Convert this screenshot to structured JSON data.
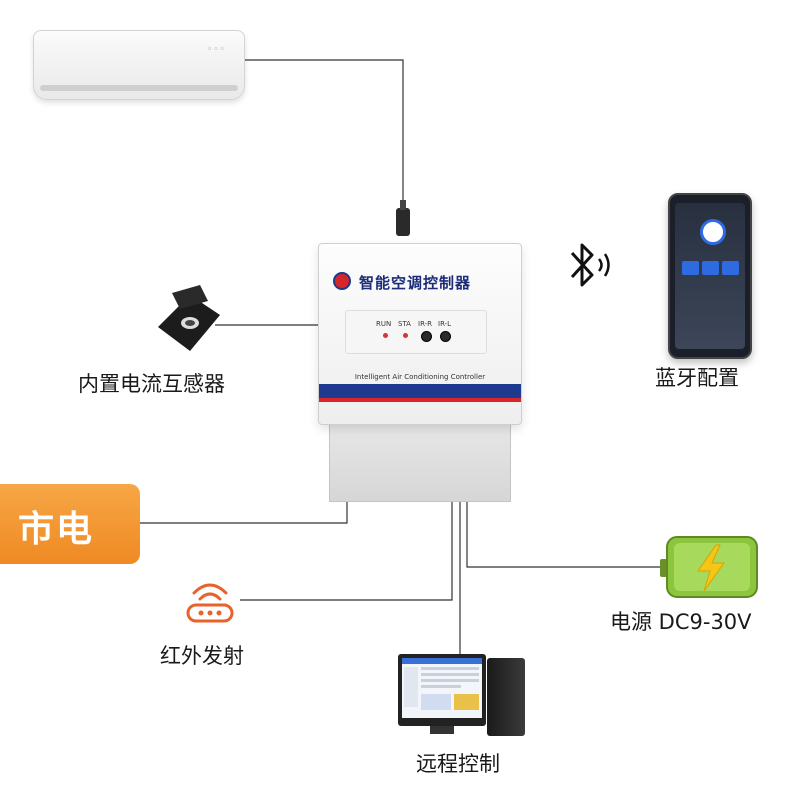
{
  "device": {
    "title": "智能空调控制器",
    "subtitle": "Intelligent Air Conditioning Controller",
    "indicators": [
      "RUN",
      "STA",
      "IR-R",
      "IR-L"
    ]
  },
  "labels": {
    "ct_sensor": "内置电流互感器",
    "bluetooth": "蓝牙配置",
    "mains": "市电",
    "infrared": "红外发射",
    "power": "电源 DC9-30V",
    "remote": "远程控制"
  },
  "colors": {
    "mains_badge": "#f08c26",
    "device_stripe": "#1e3a8f",
    "accent_red": "#d7262a",
    "battery_green": "#8cc63f",
    "bolt_yellow": "#f5c518",
    "ir_orange": "#e8622c"
  },
  "icons": [
    "air-conditioner-icon",
    "bluetooth-icon",
    "smartphone-icon",
    "current-sensor-icon",
    "infrared-icon",
    "battery-icon",
    "computer-icon"
  ]
}
